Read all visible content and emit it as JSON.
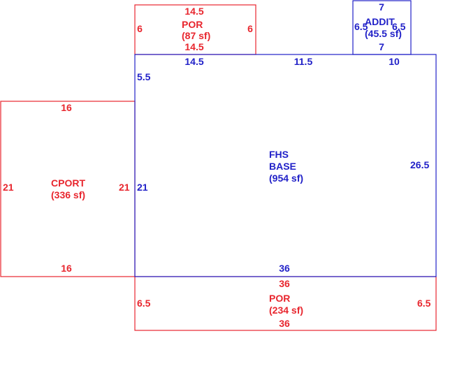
{
  "colors": {
    "red": "#e8262e",
    "blue": "#2121c8"
  },
  "base": {
    "name": "FHS",
    "name2": "BASE",
    "area": "(954 sf)",
    "dims": {
      "top_a": "14.5",
      "top_b": "11.5",
      "top_c": "10",
      "left_top": "5.5",
      "left": "21",
      "right": "26.5",
      "bottom": "36"
    }
  },
  "por_top": {
    "name": "POR",
    "area": "(87 sf)",
    "dims": {
      "top": "14.5",
      "bottom": "14.5",
      "left": "6",
      "right": "6"
    }
  },
  "addit": {
    "name": "ADDIT",
    "area": "(45.5 sf)",
    "dims": {
      "top": "7",
      "bottom": "7",
      "left": "6.5",
      "right": "6.5"
    }
  },
  "cport": {
    "name": "CPORT",
    "area": "(336 sf)",
    "dims": {
      "top": "16",
      "bottom": "16",
      "left": "21",
      "right": "21"
    }
  },
  "por_bottom": {
    "name": "POR",
    "area": "(234 sf)",
    "dims": {
      "top": "36",
      "bottom": "36",
      "left": "6.5",
      "right": "6.5"
    }
  }
}
